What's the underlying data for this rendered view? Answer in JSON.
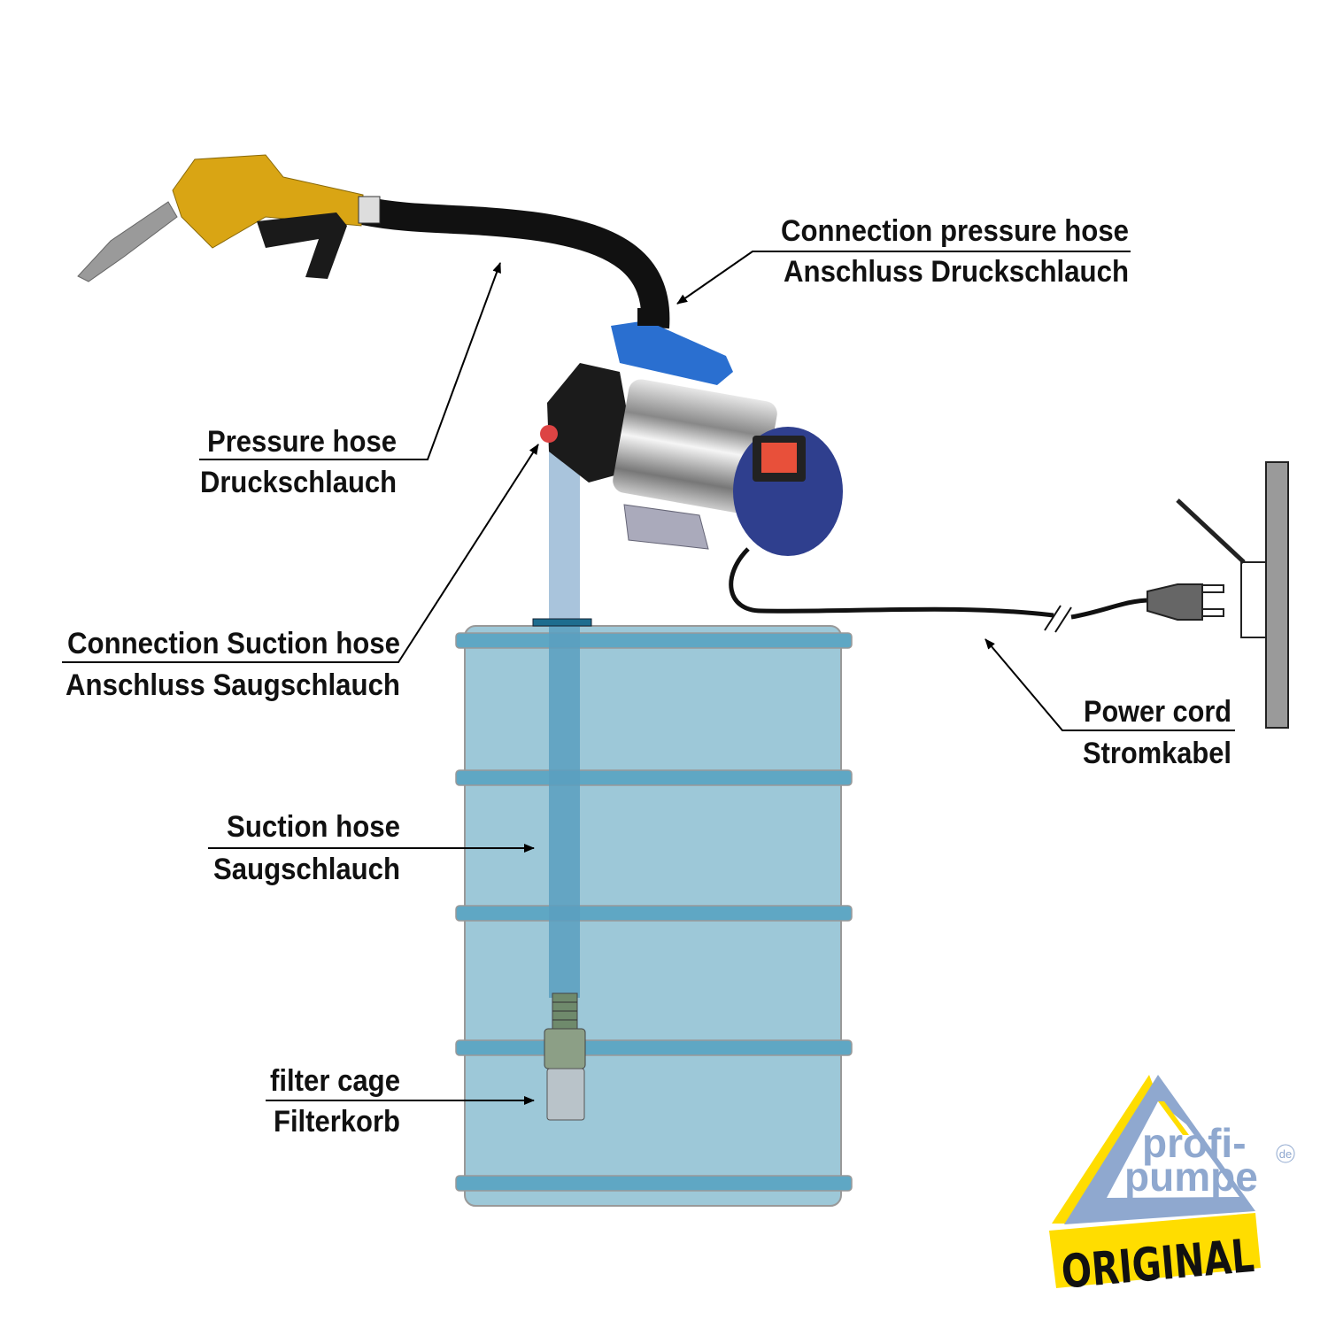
{
  "labels": {
    "connection_pressure_hose": {
      "en": "Connection pressure hose",
      "de": "Anschluss Druckschlauch"
    },
    "pressure_hose": {
      "en": "Pressure hose",
      "de": "Druckschlauch"
    },
    "connection_suction_hose": {
      "en": "Connection Suction hose",
      "de": "Anschluss Saugschlauch"
    },
    "suction_hose": {
      "en": "Suction hose",
      "de": "Saugschlauch"
    },
    "filter_cage": {
      "en": "filter cage",
      "de": "Filterkorb"
    },
    "power_cord": {
      "en": "Power cord",
      "de": "Stromkabel"
    }
  },
  "logo": {
    "line1": "profi-",
    "line2": "pumpe",
    "tld": "de",
    "badge": "ORIGINAL"
  },
  "colors": {
    "barrel": "#9dc8d8",
    "barrel_ring": "#5fa7c4",
    "hose_light": "#a9c4dc",
    "hose_dark": "#5b9fc0",
    "nozzle": "#d9a514",
    "pump_blue": "#2f4f9e",
    "logo_blue": "#8fa8cf",
    "logo_yellow": "#ffdd00"
  }
}
